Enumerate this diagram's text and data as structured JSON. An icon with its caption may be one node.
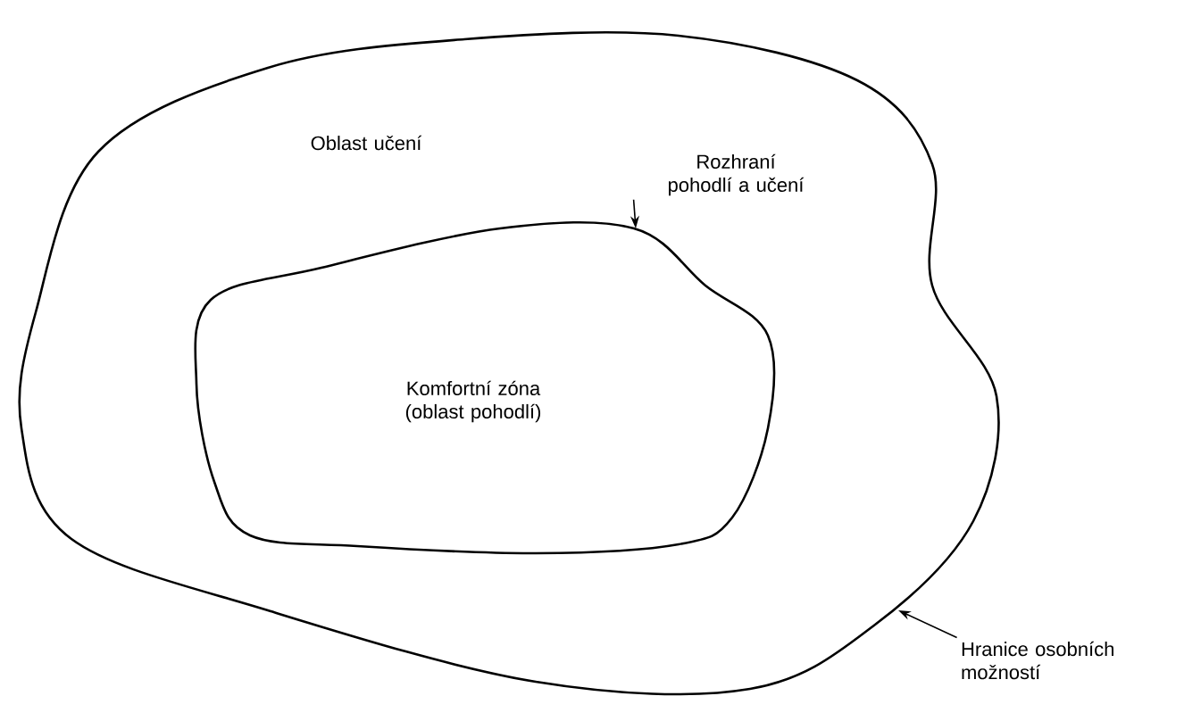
{
  "diagram": {
    "nodes": [
      {
        "text": [
          "Oblast učení"
        ]
      },
      {
        "text": [
          "Komfortní zóna (oblast pohodlí)"
        ],
        "in": 0
      },
      {
        "text": [
          "Rozhraní pohodlí a učení"
        ],
        "in": 0
      },
      {
        "text": [
          "Hranice osobních možností"
        ]
      }
    ],
    "edges": [
      {
        "from": 2,
        "to": 1,
        "arrow": "to"
      },
      {
        "from": 3,
        "to": 0,
        "arrow": "to"
      }
    ]
  }
}
